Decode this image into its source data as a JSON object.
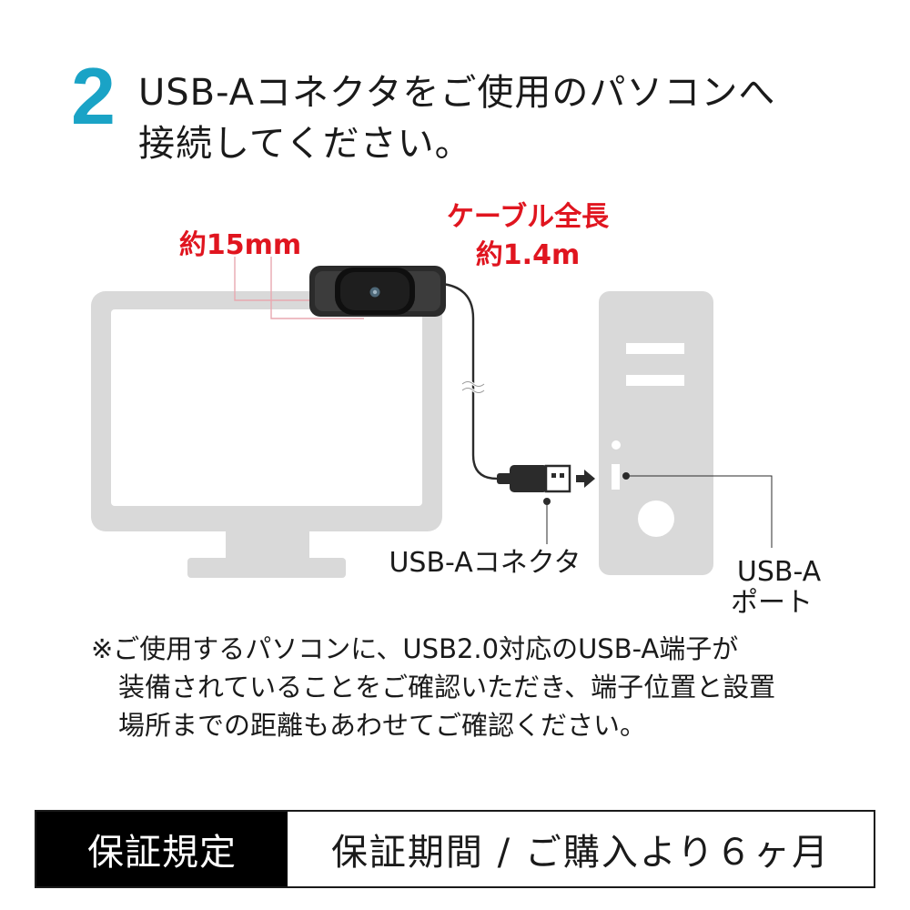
{
  "step": {
    "number": "2",
    "line1": "USB-Aコネクタをご使用のパソコンへ",
    "line2": "接続してください。"
  },
  "diagram": {
    "labels": {
      "depth": "約15mm",
      "cable_title": "ケーブル全長",
      "cable_length": "約1.4m",
      "connector": "USB-Aコネクタ",
      "port_line1": "USB-A",
      "port_line2": "ポート"
    },
    "colors": {
      "accent_red": "#e0151f",
      "step_blue": "#1aa3c6",
      "device_gray": "#d9d9d9",
      "callout_pink": "#e8a9b0"
    }
  },
  "note": {
    "line1": "※ご使用するパソコンに、USB2.0対応のUSB-A端子が",
    "line2": "装備されていることをご確認いただき、端子位置と設置",
    "line3": "場所までの距離もあわせてご確認ください。"
  },
  "warranty": {
    "label": "保証規定",
    "value": "保証期間 / ご購入より６ヶ月"
  }
}
